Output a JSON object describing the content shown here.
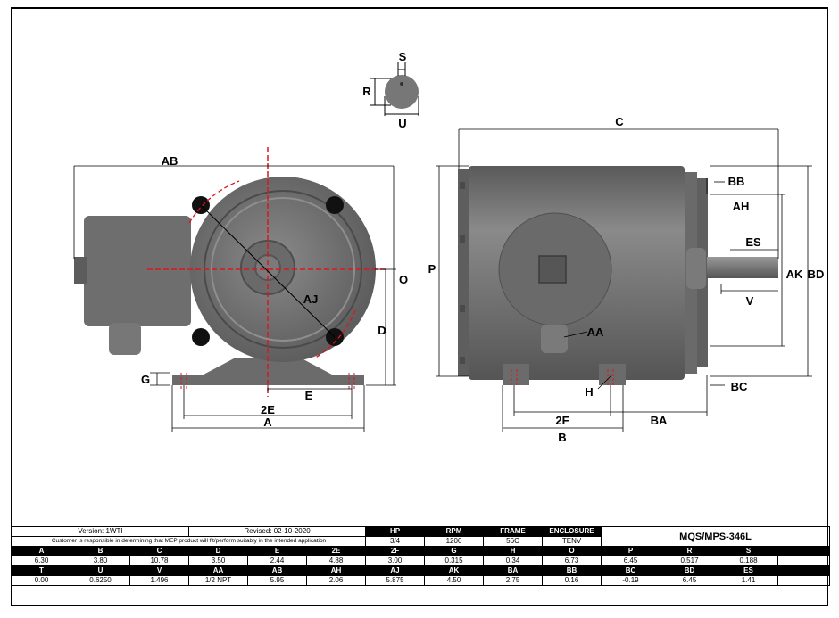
{
  "drawing": {
    "front_labels": [
      "AB",
      "AJ",
      "O",
      "D",
      "E",
      "G",
      "2E",
      "A"
    ],
    "side_labels": [
      "C",
      "BB",
      "AH",
      "ES",
      "AK",
      "BD",
      "P",
      "V",
      "AA",
      "H",
      "BC",
      "2F",
      "BA",
      "B"
    ],
    "shaft_labels": [
      "S",
      "R",
      "U"
    ]
  },
  "info": {
    "version": "Version: 1WTI",
    "revised": "Revised: 02-10-2020",
    "disclaimer": "Customer is responsible in determining that MEP product will fit/perform suitably in the intended application",
    "model": "MQS/MPS-346L"
  },
  "motor": {
    "headers": [
      "HP",
      "RPM",
      "FRAME",
      "ENCLOSURE"
    ],
    "values": [
      "3/4",
      "1200",
      "56C",
      "TENV"
    ]
  },
  "dims_row1": {
    "headers": [
      "A",
      "B",
      "C",
      "D",
      "E",
      "2E",
      "2F",
      "G",
      "H",
      "O",
      "P",
      "R",
      "S"
    ],
    "values": [
      "6.30",
      "3.80",
      "10.78",
      "3.50",
      "2.44",
      "4.88",
      "3.00",
      "0.315",
      "0.34",
      "6.73",
      "6.45",
      "0.517",
      "0.188"
    ]
  },
  "dims_row2": {
    "headers": [
      "T",
      "U",
      "V",
      "AA",
      "AB",
      "AH",
      "AJ",
      "AK",
      "BA",
      "BB",
      "BC",
      "BD",
      "ES"
    ],
    "values": [
      "0.00",
      "0.6250",
      "1.496",
      "1/2 NPT",
      "5.95",
      "2.06",
      "5.875",
      "4.50",
      "2.75",
      "0.16",
      "-0.19",
      "6.45",
      "1.41"
    ]
  },
  "colors": {
    "motor_body": "#6b6b6b",
    "centerline": "#e0141e",
    "dimension": "#000000"
  }
}
